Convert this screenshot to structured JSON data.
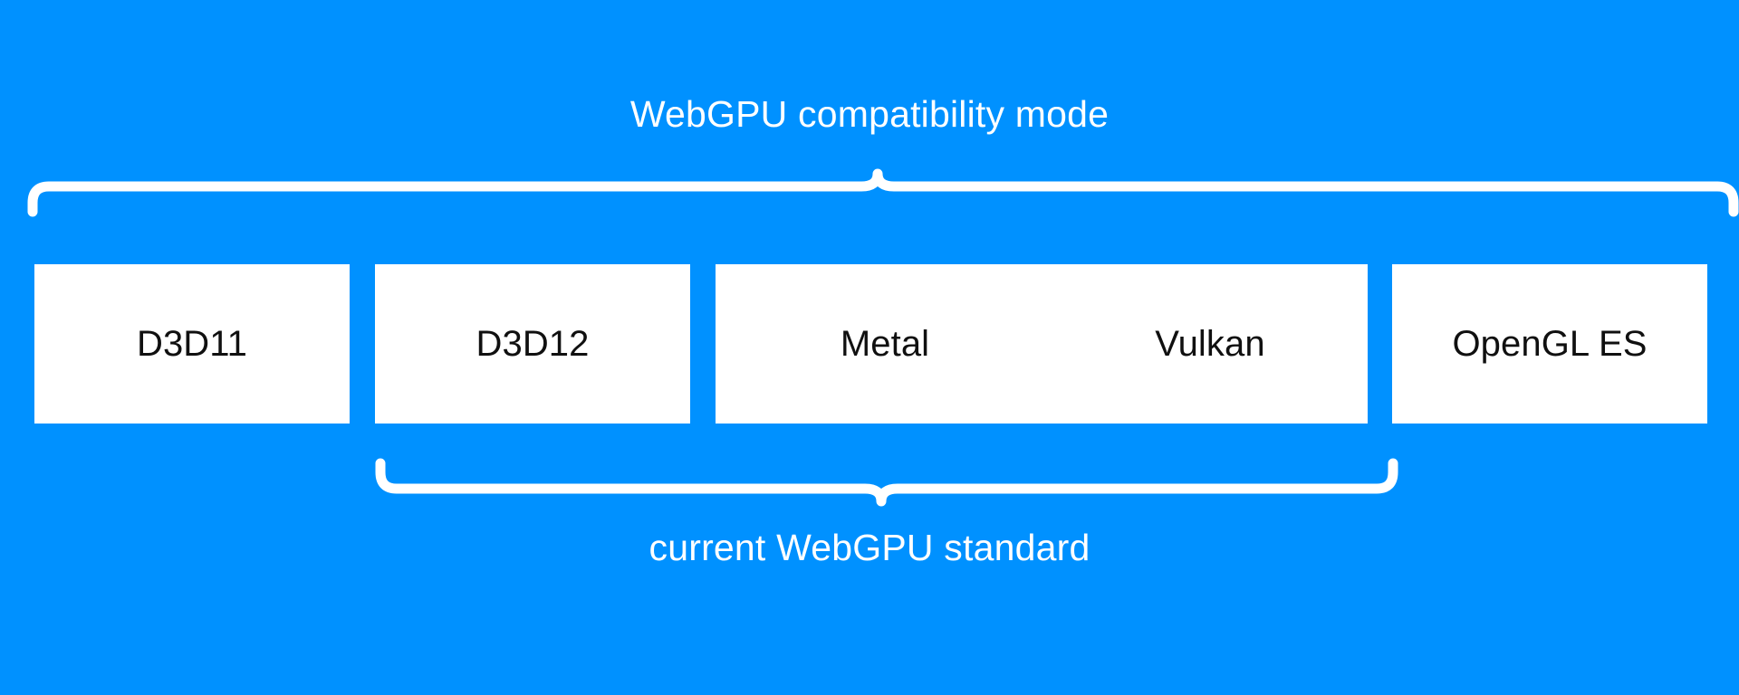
{
  "colors": {
    "background": "#0091ff",
    "box_fill": "#ffffff",
    "box_text": "#101010",
    "brace": "#ffffff",
    "label_text": "#ffffff"
  },
  "diagram": {
    "top_group": {
      "label": "WebGPU compatibility mode",
      "brace_icon": "curly-brace-up-icon",
      "spans": [
        "D3D11",
        "D3D12",
        "Metal",
        "Vulkan",
        "OpenGL ES"
      ]
    },
    "bottom_group": {
      "label": "current WebGPU standard",
      "brace_icon": "curly-brace-down-icon",
      "spans": [
        "D3D12",
        "Metal",
        "Vulkan"
      ]
    },
    "boxes": [
      {
        "label": "D3D11"
      },
      {
        "label": "D3D12"
      },
      {
        "label": "Metal"
      },
      {
        "label": "Vulkan"
      },
      {
        "label": "OpenGL ES"
      }
    ]
  }
}
